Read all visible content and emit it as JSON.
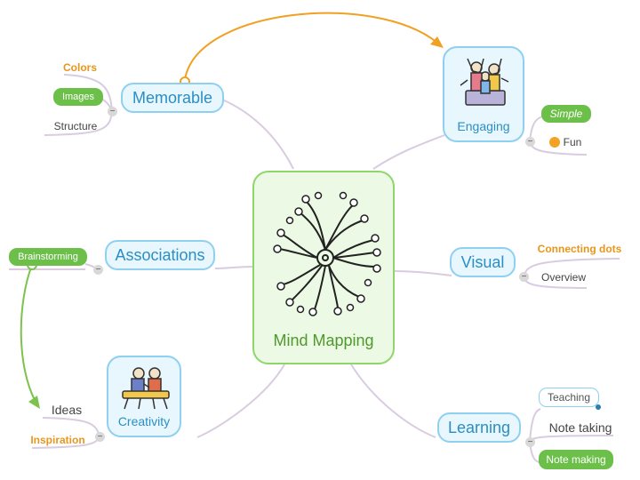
{
  "center": {
    "label": "Mind Mapping",
    "icon": "gear-network-icon"
  },
  "branches": {
    "memorable": {
      "label": "Memorable",
      "children": [
        "Colors",
        "Images",
        "Structure"
      ]
    },
    "engaging": {
      "label": "Engaging",
      "icon": "celebrating-people-icon",
      "children": [
        "Simple",
        "Fun"
      ]
    },
    "associations": {
      "label": "Associations",
      "children": [
        "Brainstorming"
      ]
    },
    "visual": {
      "label": "Visual",
      "children": [
        "Connecting dots",
        "Overview"
      ]
    },
    "creativity": {
      "label": "Creativity",
      "icon": "artists-painting-icon",
      "children": [
        "Ideas",
        "Inspiration"
      ]
    },
    "learning": {
      "label": "Learning",
      "children": [
        "Teaching",
        "Note taking",
        "Note making"
      ]
    }
  },
  "colors": {
    "branch_blue": "#2a8fc4",
    "branch_border": "#8fd0f0",
    "center_green": "#4f9a2c",
    "pill_green": "#6cc04a",
    "accent_orange": "#e8961c",
    "connector": "#d9cce0"
  }
}
